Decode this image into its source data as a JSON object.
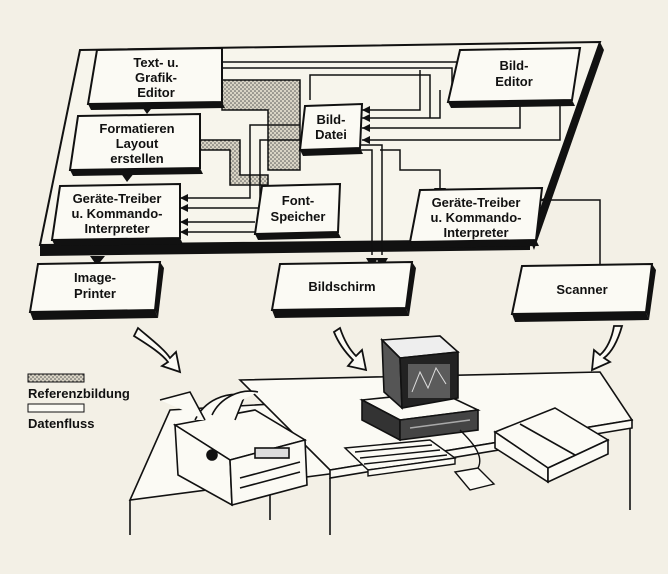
{
  "colors": {
    "background": "#f3f0e6",
    "box_fill": "#fbfaf4",
    "stroke": "#111111",
    "reference_pattern": "#d9d4c5"
  },
  "boxes": {
    "text_grafik_editor": {
      "lines": [
        "Text- u.",
        "Grafik-",
        "Editor"
      ]
    },
    "formatieren_layout": {
      "lines": [
        "Formatieren",
        "Layout",
        "erstellen"
      ]
    },
    "geraete_treiber_left": {
      "lines": [
        "Geräte-Treiber",
        "u. Kommando-",
        "Interpreter"
      ]
    },
    "bild_datei": {
      "lines": [
        "Bild-",
        "Datei"
      ]
    },
    "font_speicher": {
      "lines": [
        "Font-",
        "Speicher"
      ]
    },
    "bild_editor": {
      "lines": [
        "Bild-",
        "Editor"
      ]
    },
    "geraete_treiber_right": {
      "lines": [
        "Geräte-Treiber",
        "u. Kommando-",
        "Interpreter"
      ]
    },
    "image_printer": {
      "lines": [
        "Image-",
        "Printer"
      ]
    },
    "bildschirm": {
      "lines": [
        "Bildschirm"
      ]
    },
    "scanner": {
      "lines": [
        "Scanner"
      ]
    }
  },
  "legend": {
    "referenz": "Referenzbildung",
    "datenfluss": "Datenfluss"
  },
  "icons": [
    "printer-icon",
    "computer-icon",
    "monitor-icon",
    "keyboard-icon",
    "mouse-icon",
    "scanner-icon",
    "desk-icon",
    "curved-arrow-icon"
  ]
}
